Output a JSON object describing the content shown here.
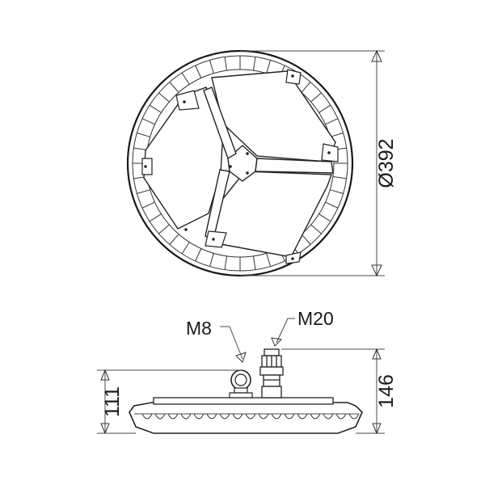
{
  "dimensions": {
    "diameter": "Ø392",
    "height_body": "111",
    "height_total": "146"
  },
  "callouts": {
    "eyebolt": "M8",
    "gland": "M20"
  }
}
